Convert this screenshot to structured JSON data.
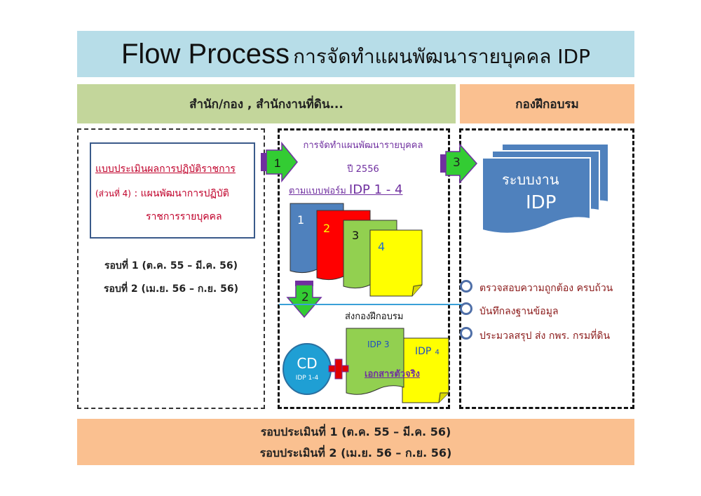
{
  "title": {
    "main": "Flow Process",
    "thai": "การจัดทำแผนพัฒนารายบุคคล IDP"
  },
  "headers": {
    "left": "สำนัก/กอง , สำนักงานที่ดิน...",
    "right": "กองฝึกอบรม"
  },
  "left_column": {
    "eval_line1": "แบบประเมินผลการปฏิบัติราชการ",
    "eval_line2a": "(ส่วนที่ 4)",
    "eval_line2b": " : แผนพัฒนาการปฏิบัติ",
    "eval_line3": "ราชการรายบุคคล",
    "round1": "รอบที่ 1 (ต.ค. 55 – มี.ค. 56)",
    "round2": "รอบที่ 2 (เม.ย. 56 – ก.ย. 56)"
  },
  "middle_column": {
    "line1": "การจัดทำแผนพัฒนารายบุคคล",
    "line2": "ปี 2556",
    "form_prefix": "ตามแบบฟอร์ม ",
    "form_code": "IDP 1 - 4",
    "pages": [
      "1",
      "2",
      "3",
      "4"
    ],
    "send_label": "ส่งกองฝึกอบรม",
    "cd_label": "CD",
    "cd_sub": "IDP 1-4",
    "doc3_label": "IDP 3",
    "doc3_sub": "เอกสารตัวจริง",
    "doc4_label": "IDP",
    "doc4_num": "4"
  },
  "arrows": [
    "1",
    "2",
    "3"
  ],
  "right_column": {
    "system_line1": "ระบบงาน",
    "system_line2": "IDP",
    "bullets": [
      "ตรวจสอบความถูกต้อง ครบถ้วน",
      "บันทึกลงฐานข้อมูล",
      "ประมวลสรุป ส่ง กพร. กรมที่ดิน"
    ]
  },
  "footer": {
    "line1": "รอบประเมินที่ 1 (ต.ค. 55 – มี.ค. 56)",
    "line2": "รอบประเมินที่ 2 (เม.ย. 56 – ก.ย. 56)"
  },
  "colors": {
    "title_bg": "#b7dde8",
    "left_header_bg": "#c3d69b",
    "right_header_bg": "#fac090",
    "arrow_green": "#33cc33",
    "page_blue": "#4f81bd",
    "page_red": "#ff0000",
    "page_green": "#92d050",
    "page_yellow": "#ffff00",
    "bullet_text": "#8b1a1a"
  }
}
